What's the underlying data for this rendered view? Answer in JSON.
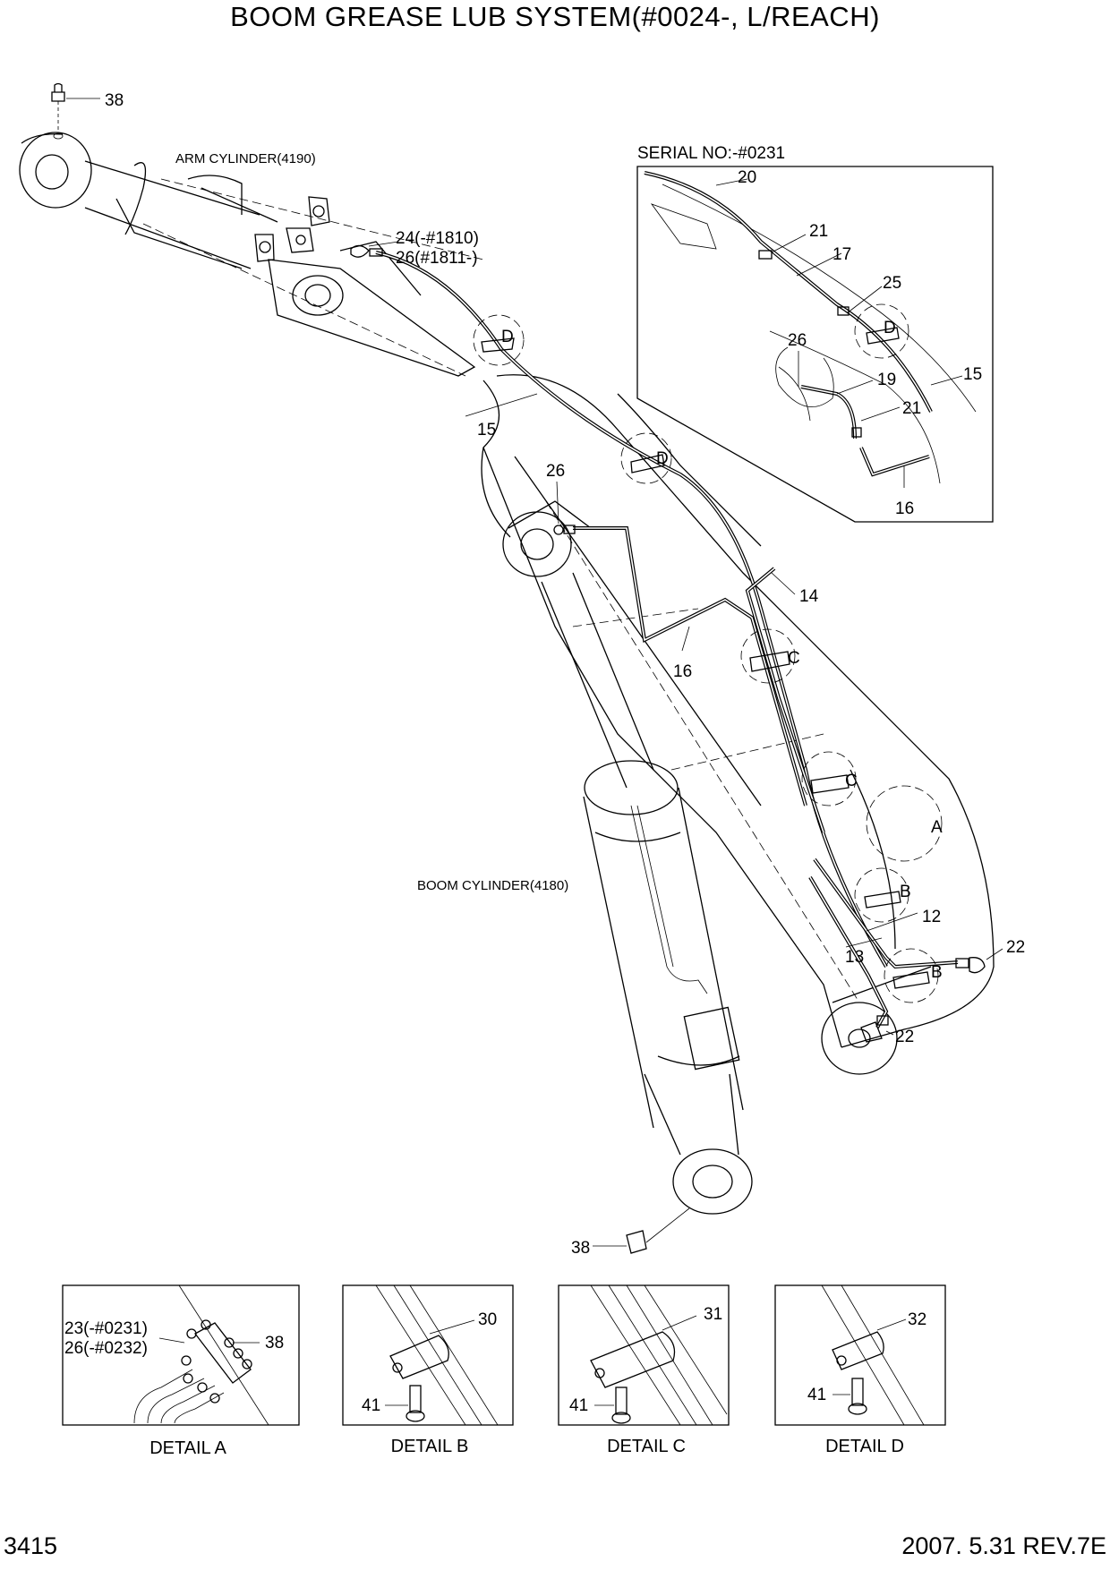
{
  "title": "BOOM GREASE LUB SYSTEM(#0024-, L/REACH)",
  "page_number": "3415",
  "revision": "2007. 5.31  REV.7E",
  "components": {
    "arm_cylinder": "ARM CYLINDER(4190)",
    "boom_cylinder": "BOOM CYLINDER(4180)"
  },
  "inset": {
    "serial": "SERIAL NO:-#0231",
    "labels": [
      "20",
      "21",
      "17",
      "25",
      "D",
      "26",
      "19",
      "15",
      "21",
      "16"
    ]
  },
  "callouts": {
    "c38_top": "38",
    "c24": "24(-#1810)",
    "c26a": "26(#1811-)",
    "cD1": "D",
    "c15": "15",
    "cD2": "D",
    "c26b": "26",
    "c14": "14",
    "c16": "16",
    "cC1": "C",
    "cC2": "C",
    "cA": "A",
    "cB1": "B",
    "c12": "12",
    "c13": "13",
    "cB2": "B",
    "c22a": "22",
    "c22b": "22",
    "c38_bottom": "38"
  },
  "details": [
    {
      "caption": "DETAIL A",
      "labels": [
        "23(-#0231)",
        "26(-#0232)",
        "38"
      ]
    },
    {
      "caption": "DETAIL B",
      "labels": [
        "30",
        "41"
      ]
    },
    {
      "caption": "DETAIL C",
      "labels": [
        "31",
        "41"
      ]
    },
    {
      "caption": "DETAIL D",
      "labels": [
        "32",
        "41"
      ]
    }
  ]
}
